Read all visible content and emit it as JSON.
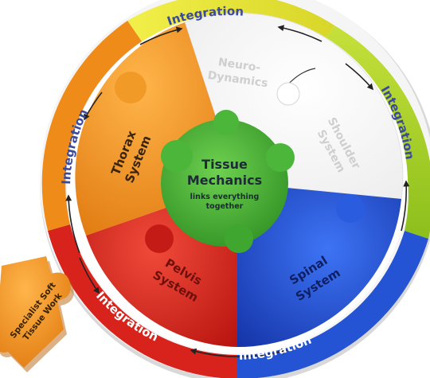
{
  "ring": {
    "label_top": "Integration",
    "label_right": "Integration",
    "label_left": "Integration",
    "label_bottom_left": "Integration",
    "label_bottom_right": "Integration"
  },
  "pieces": {
    "neuro_line1": "Neuro-",
    "neuro_line2": "Dynamics",
    "shoulder_line1": "Shoulder",
    "shoulder_line2": "System",
    "thorax_line1": "Thorax",
    "thorax_line2": "System",
    "pelvis_line1": "Pelvis",
    "pelvis_line2": "System",
    "spinal_line1": "Spinal",
    "spinal_line2": "System"
  },
  "center": {
    "title_line1": "Tissue",
    "title_line2": "Mechanics",
    "sub_line1": "links everything",
    "sub_line2": "together"
  },
  "external": {
    "line1": "Specialist Soft",
    "line2": "Tissue Work"
  },
  "colors": {
    "yellow": "#e6e63a",
    "lime": "#a8d12a",
    "orange": "#f0921c",
    "red": "#d9241f",
    "blue": "#1f4fd6",
    "green": "#47b336",
    "ring_text": "#3b4a9a"
  }
}
